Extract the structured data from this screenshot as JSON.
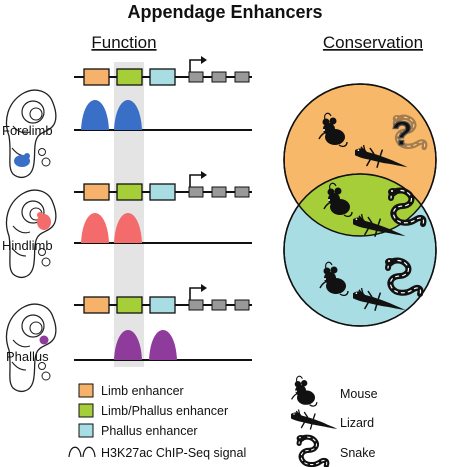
{
  "title": "Appendage Enhancers",
  "headings": {
    "function": "Function",
    "conservation": "Conservation"
  },
  "tissues": [
    {
      "label": "Forelimb",
      "color": "#3a6fc8",
      "peaks": [
        "limb",
        "limb_phallus"
      ]
    },
    {
      "label": "Hindlimb",
      "color": "#f46b6b",
      "peaks": [
        "limb",
        "limb_phallus"
      ]
    },
    {
      "label": "Phallus",
      "color": "#8e3b9c",
      "peaks": [
        "limb_phallus",
        "phallus"
      ]
    }
  ],
  "legend": {
    "limb": {
      "label": "Limb enhancer",
      "color": "#f6b26b"
    },
    "limb_phallus": {
      "label": "Limb/Phallus enhancer",
      "color": "#a6ce39"
    },
    "phallus": {
      "label": "Phallus enhancer",
      "color": "#a8dde3"
    },
    "peak": {
      "label": "H3K27ac ChIP-Seq signal"
    }
  },
  "venn": {
    "top_color": "#f8b86a",
    "bottom_color": "#a8dde3",
    "overlap_color": "#a6ce39",
    "unknown_mark": "?"
  },
  "species": {
    "mouse": "Mouse",
    "lizard": "Lizard",
    "snake": "Snake"
  }
}
